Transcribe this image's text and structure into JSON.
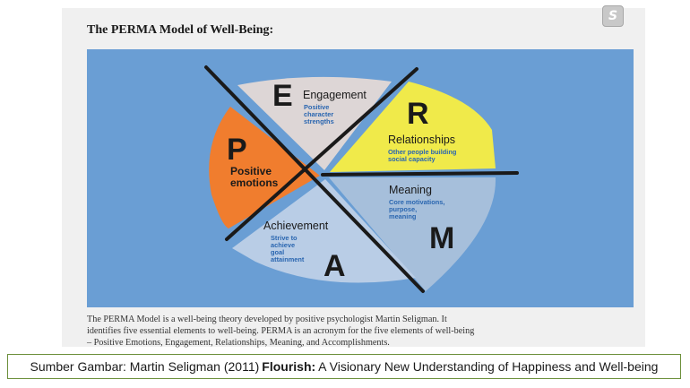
{
  "document": {
    "title": "The PERMA Model of Well-Being:",
    "description_lines": [
      "The PERMA Model is a well-being theory developed by positive psychologist Martin Seligman. It",
      "identifies five essential elements to well-being. PERMA is an acronym for the five elements of well-being",
      "– Positive Emotions, Engagement, Relationships, Meaning, and Accomplishments."
    ]
  },
  "diagram": {
    "segments": [
      {
        "letter": "E",
        "title": "Engagement",
        "subtitle_lines": [
          "Positive",
          "character",
          "strengths"
        ],
        "color": "#ddd6d6"
      },
      {
        "letter": "R",
        "title": "Relationships",
        "subtitle_lines": [
          "Other people building",
          "social capacity"
        ],
        "color": "#f0ea4a"
      },
      {
        "letter": "M",
        "title": "Meaning",
        "subtitle_lines": [
          "Core motivations,",
          "purpose,",
          "meaning"
        ],
        "color": "#a6bfdb"
      },
      {
        "letter": "A",
        "title": "Achievement",
        "subtitle_lines": [
          "Strive to",
          "achieve",
          "goal",
          "attainment"
        ],
        "color": "#b9cde6"
      },
      {
        "letter": "P",
        "title_lines": [
          "Positive",
          "emotions"
        ],
        "color": "#f07d2e"
      }
    ],
    "colors": {
      "background": "#6a9ed4",
      "divider": "#1a1a1a",
      "subtitle_text": "#2a66b0"
    }
  },
  "caption": {
    "prefix": "Sumber Gambar: Martin Seligman (2011)",
    "book_title": "Flourish:",
    "suffix": "A Visionary New Understanding of Happiness and Well-being"
  }
}
